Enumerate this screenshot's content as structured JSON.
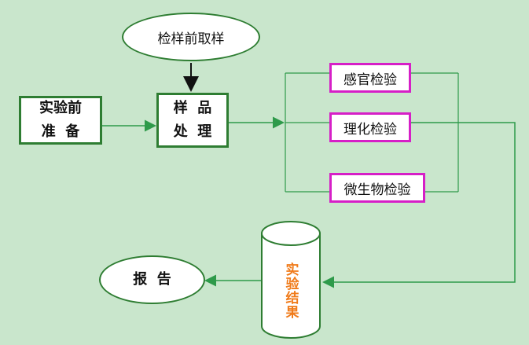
{
  "nodes": {
    "pre_sampling": "检样前取样",
    "prep": "实验前\n准  备",
    "processing": "样  品\n处  理",
    "sensory": "感官检验",
    "physchem": "理化检验",
    "micro": "微生物检验",
    "results": "实验结果",
    "report": "报  告"
  },
  "colors": {
    "background": "#c9e6cc",
    "green_border": "#2e7d32",
    "magenta_border": "#d61fc7",
    "result_text": "#f07b1a"
  }
}
